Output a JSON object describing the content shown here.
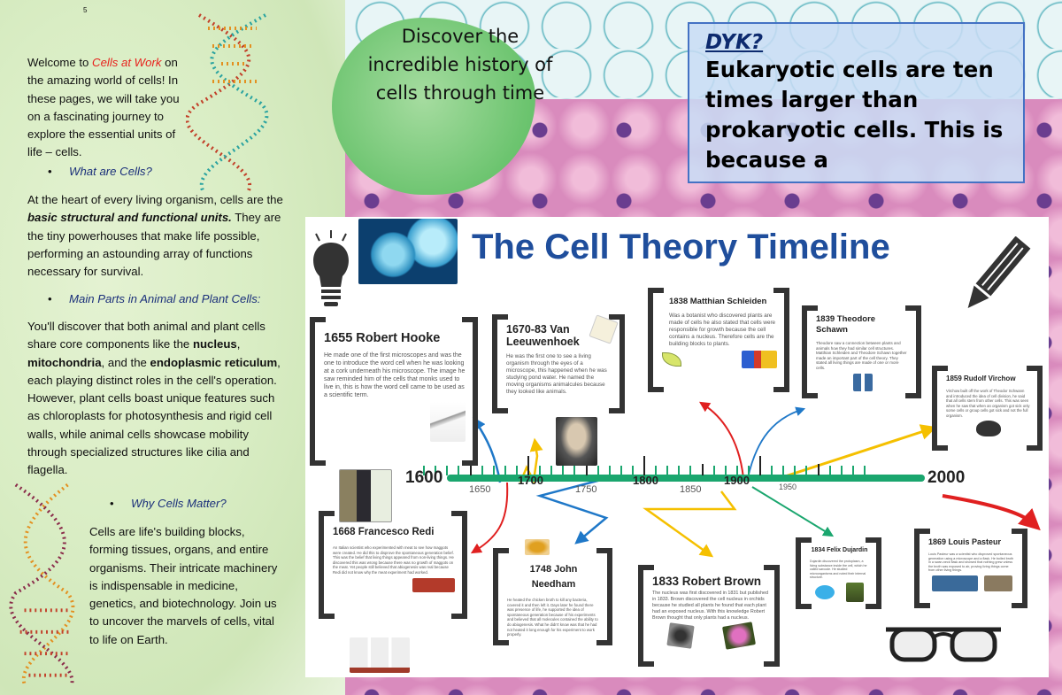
{
  "page_number": "5",
  "intro": {
    "pre": "Welcome to ",
    "brand": "Cells at Work",
    "post": " on the amazing world of cells! In these pages, we will take you on a fascinating journey to explore the essential units of life – cells.",
    "brand_color": "#e8211c"
  },
  "sections": [
    {
      "heading": "What are Cells?",
      "body_pre": "At the heart of every living organism, cells are the ",
      "body_emph": "basic structural and functional units.",
      "body_post": " They are the tiny powerhouses that make life possible, performing an astounding array of functions necessary for survival."
    },
    {
      "heading": "Main Parts in Animal and Plant Cells:",
      "body_pre": "You'll discover that both animal and plant cells share core components like the ",
      "b1": "nucleus",
      "m1": ", ",
      "b2": "mitochondria",
      "m2": ", and the ",
      "b3": "endoplasmic reticulum",
      "body_post": ", each playing distinct roles in the cell's operation. However, plant cells boast unique features such as chloroplasts for photosynthesis and rigid cell walls, while animal cells showcase mobility through specialized structures like cilia and flagella."
    },
    {
      "heading": "Why Cells Matter?",
      "body": "Cells are life's building blocks, forming tissues, organs, and entire organisms. Their intricate machinery is indispensable in medicine, genetics, and biotechnology. Join us to uncover the marvels of cells, vital to life on Earth."
    }
  ],
  "discover": "Discover the incredible history of cells through time",
  "dyk": {
    "heading": "DYK?",
    "body": "Eukaryotic cells are ten times larger than prokaryotic cells. This is because a"
  },
  "timeline": {
    "title": "The Cell Theory Timeline",
    "start": "1600",
    "end": "2000",
    "major_labels": [
      "1700",
      "1800",
      "1900"
    ],
    "minor_labels": [
      "1650",
      "1750",
      "1850",
      "1950"
    ],
    "axis_color": "#1aa66e",
    "cards": [
      {
        "title": "1655 Robert Hooke",
        "body": "He made one of the first microscopes and was the one to introduce the word cell when he was looking at a cork underneath his microscope. The image he saw reminded him of the cells that monks used to live in, this is how the word cell came to be used as a scientific term."
      },
      {
        "title": "1670-83 Van Leeuwenhoek",
        "body": "He was the first one to see a living organism through the eyes of a microscope, this happened when he was studying pond water. He named the moving organisms animalcules because they looked like animals."
      },
      {
        "title": "1838 Matthian Schleiden",
        "body": "Was a botanist who discovered plants are made of cells he also stated that cells were responsible for growth because the cell contains a nucleus. Therefore cells are the building blocks to plants."
      },
      {
        "title": "1839 Theodore Schawn",
        "body": "Theodore saw a connection between plants and animals how they had similar cell structures. Matthian Schleiden and Theodore Schawn together made an important part of the cell theory. They stated all living things are made of one or more cells."
      },
      {
        "title": "1859 Rudolf Virchow",
        "body": "Virchow built off the work of Theodor Schwann and introduced the idea of cell division, he said that all cells stem from other cells. This was seen when he saw that when an organism got sick only some cells or group cells got sick and not the full organism."
      },
      {
        "title": "1668 Francesco Redi",
        "body": "An Italian scientist who experimented with meat to see how maggots were created. He did this to disprove the spontaneous generation belief. This was the belief that living things appeared from non-living things. He discovered this was wrong because there was no growth of maggots on the meat. Yet people still believed that abiogenesis was real because Redi did not know why the meat experiment had worked."
      },
      {
        "title": "1748 John Needham",
        "body": "He heated the chicken broth to kill any bacteria, covered it and then left it. Days later he found there was presence of life, he supported the idea of spontaneous generation because of his experiments and believed that all molecules contained the ability to do abiogenesis. What he didn't know was that he had not heated it long enough for his experiment to work properly."
      },
      {
        "title": "1833 Robert Brown",
        "body": "The nucleus was first discovered in 1831 but published in 1833. Brown discovered the cell nucleus in orchids because he studied all plants he found that each plant had an exposed nucleus. With this knowledge Robert Brown thought that only plants had a nucleus."
      },
      {
        "title": "1834 Felix Dujardin",
        "body": "Dujardin discovered the protoplasm, a living substance inside the cell, which he called sarcode. He studied microorganisms and noted their internal structure."
      },
      {
        "title": "1869 Louis Pasteur",
        "body": "Louis Pasteur was a scientist who disproved spontaneous generation using a microscope and a flask. He boiled broth in a swan-neck flask and showed that nothing grew unless the broth was exposed to air, proving living things come from other living things."
      }
    ],
    "arrow_colors": [
      "#e02020",
      "#1f78c8",
      "#f5c000",
      "#1aa66e"
    ]
  }
}
